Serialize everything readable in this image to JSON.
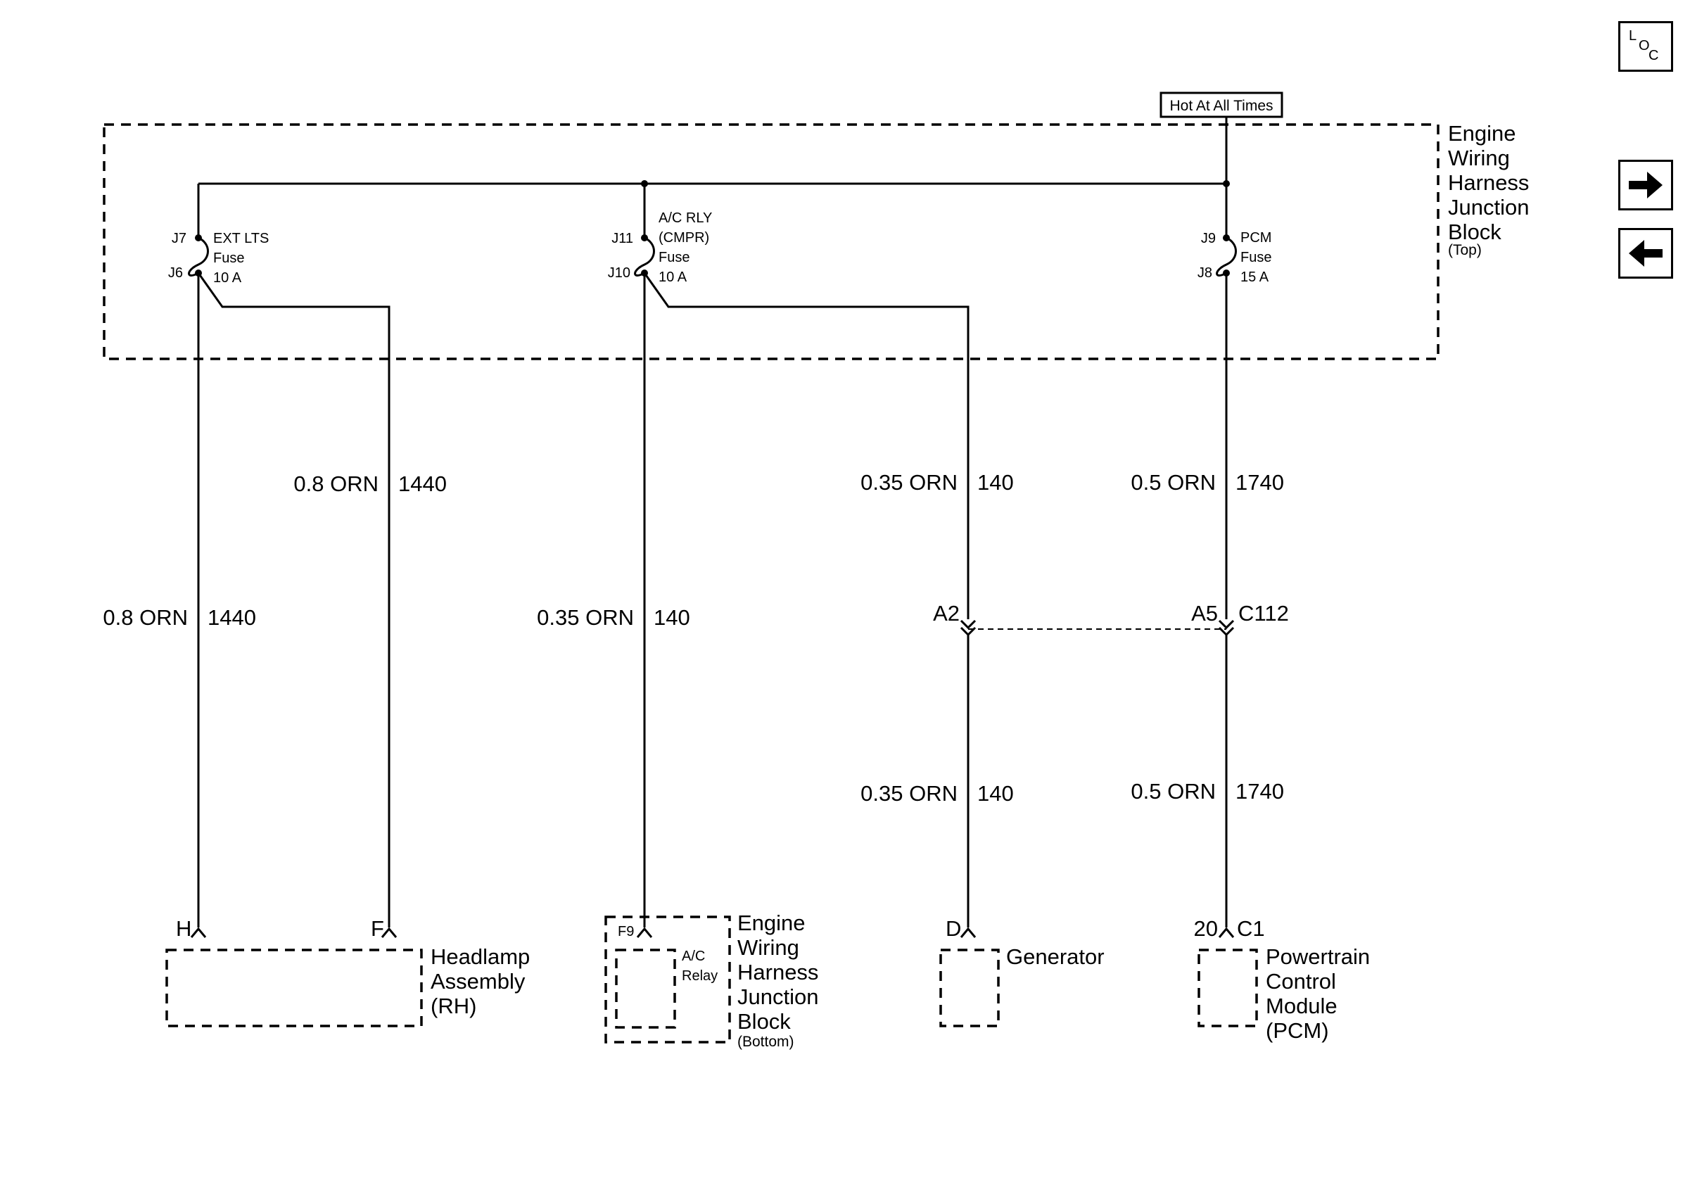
{
  "nav": {
    "loc_l": "L",
    "loc_o": "O",
    "loc_c": "C"
  },
  "power": {
    "hot_label": "Hot At All Times"
  },
  "junction_top": {
    "label_lines": [
      "Engine",
      "Wiring",
      "Harness",
      "Junction",
      "Block"
    ],
    "sub": "(Top)"
  },
  "fuses": [
    {
      "in_pin": "J7",
      "out_pin": "J6",
      "name_lines": [
        "EXT LTS",
        "Fuse",
        "10 A"
      ]
    },
    {
      "in_pin": "J11",
      "out_pin": "J10",
      "name_lines": [
        "A/C RLY",
        "(CMPR)",
        "Fuse",
        "10 A"
      ]
    },
    {
      "in_pin": "J9",
      "out_pin": "J8",
      "name_lines": [
        "PCM",
        "Fuse",
        "15 A"
      ]
    }
  ],
  "wires": {
    "w1": {
      "size": "0.8 ORN",
      "circuit": "1440"
    },
    "w2": {
      "size": "0.8 ORN",
      "circuit": "1440"
    },
    "w3": {
      "size": "0.35 ORN",
      "circuit": "140"
    },
    "w4_upper": {
      "size": "0.35 ORN",
      "circuit": "140"
    },
    "w4_lower": {
      "size": "0.35 ORN",
      "circuit": "140"
    },
    "w5_upper": {
      "size": "0.5 ORN",
      "circuit": "1740"
    },
    "w5_lower": {
      "size": "0.5 ORN",
      "circuit": "1740"
    }
  },
  "connector_c112": {
    "pin_a": "A2",
    "pin_b": "A5",
    "name": "C112"
  },
  "components": {
    "headlamp": {
      "pin_h": "H",
      "pin_f": "F",
      "label_lines": [
        "Headlamp",
        "Assembly",
        "(RH)"
      ]
    },
    "relay_block": {
      "pin": "F9",
      "relay_lines": [
        "A/C",
        "Relay"
      ],
      "label_lines": [
        "Engine",
        "Wiring",
        "Harness",
        "Junction",
        "Block"
      ],
      "sub": "(Bottom)"
    },
    "generator": {
      "pin": "D",
      "label": "Generator"
    },
    "pcm": {
      "pin": "20",
      "connector": "C1",
      "label_lines": [
        "Powertrain",
        "Control",
        "Module",
        "(PCM)"
      ]
    }
  }
}
